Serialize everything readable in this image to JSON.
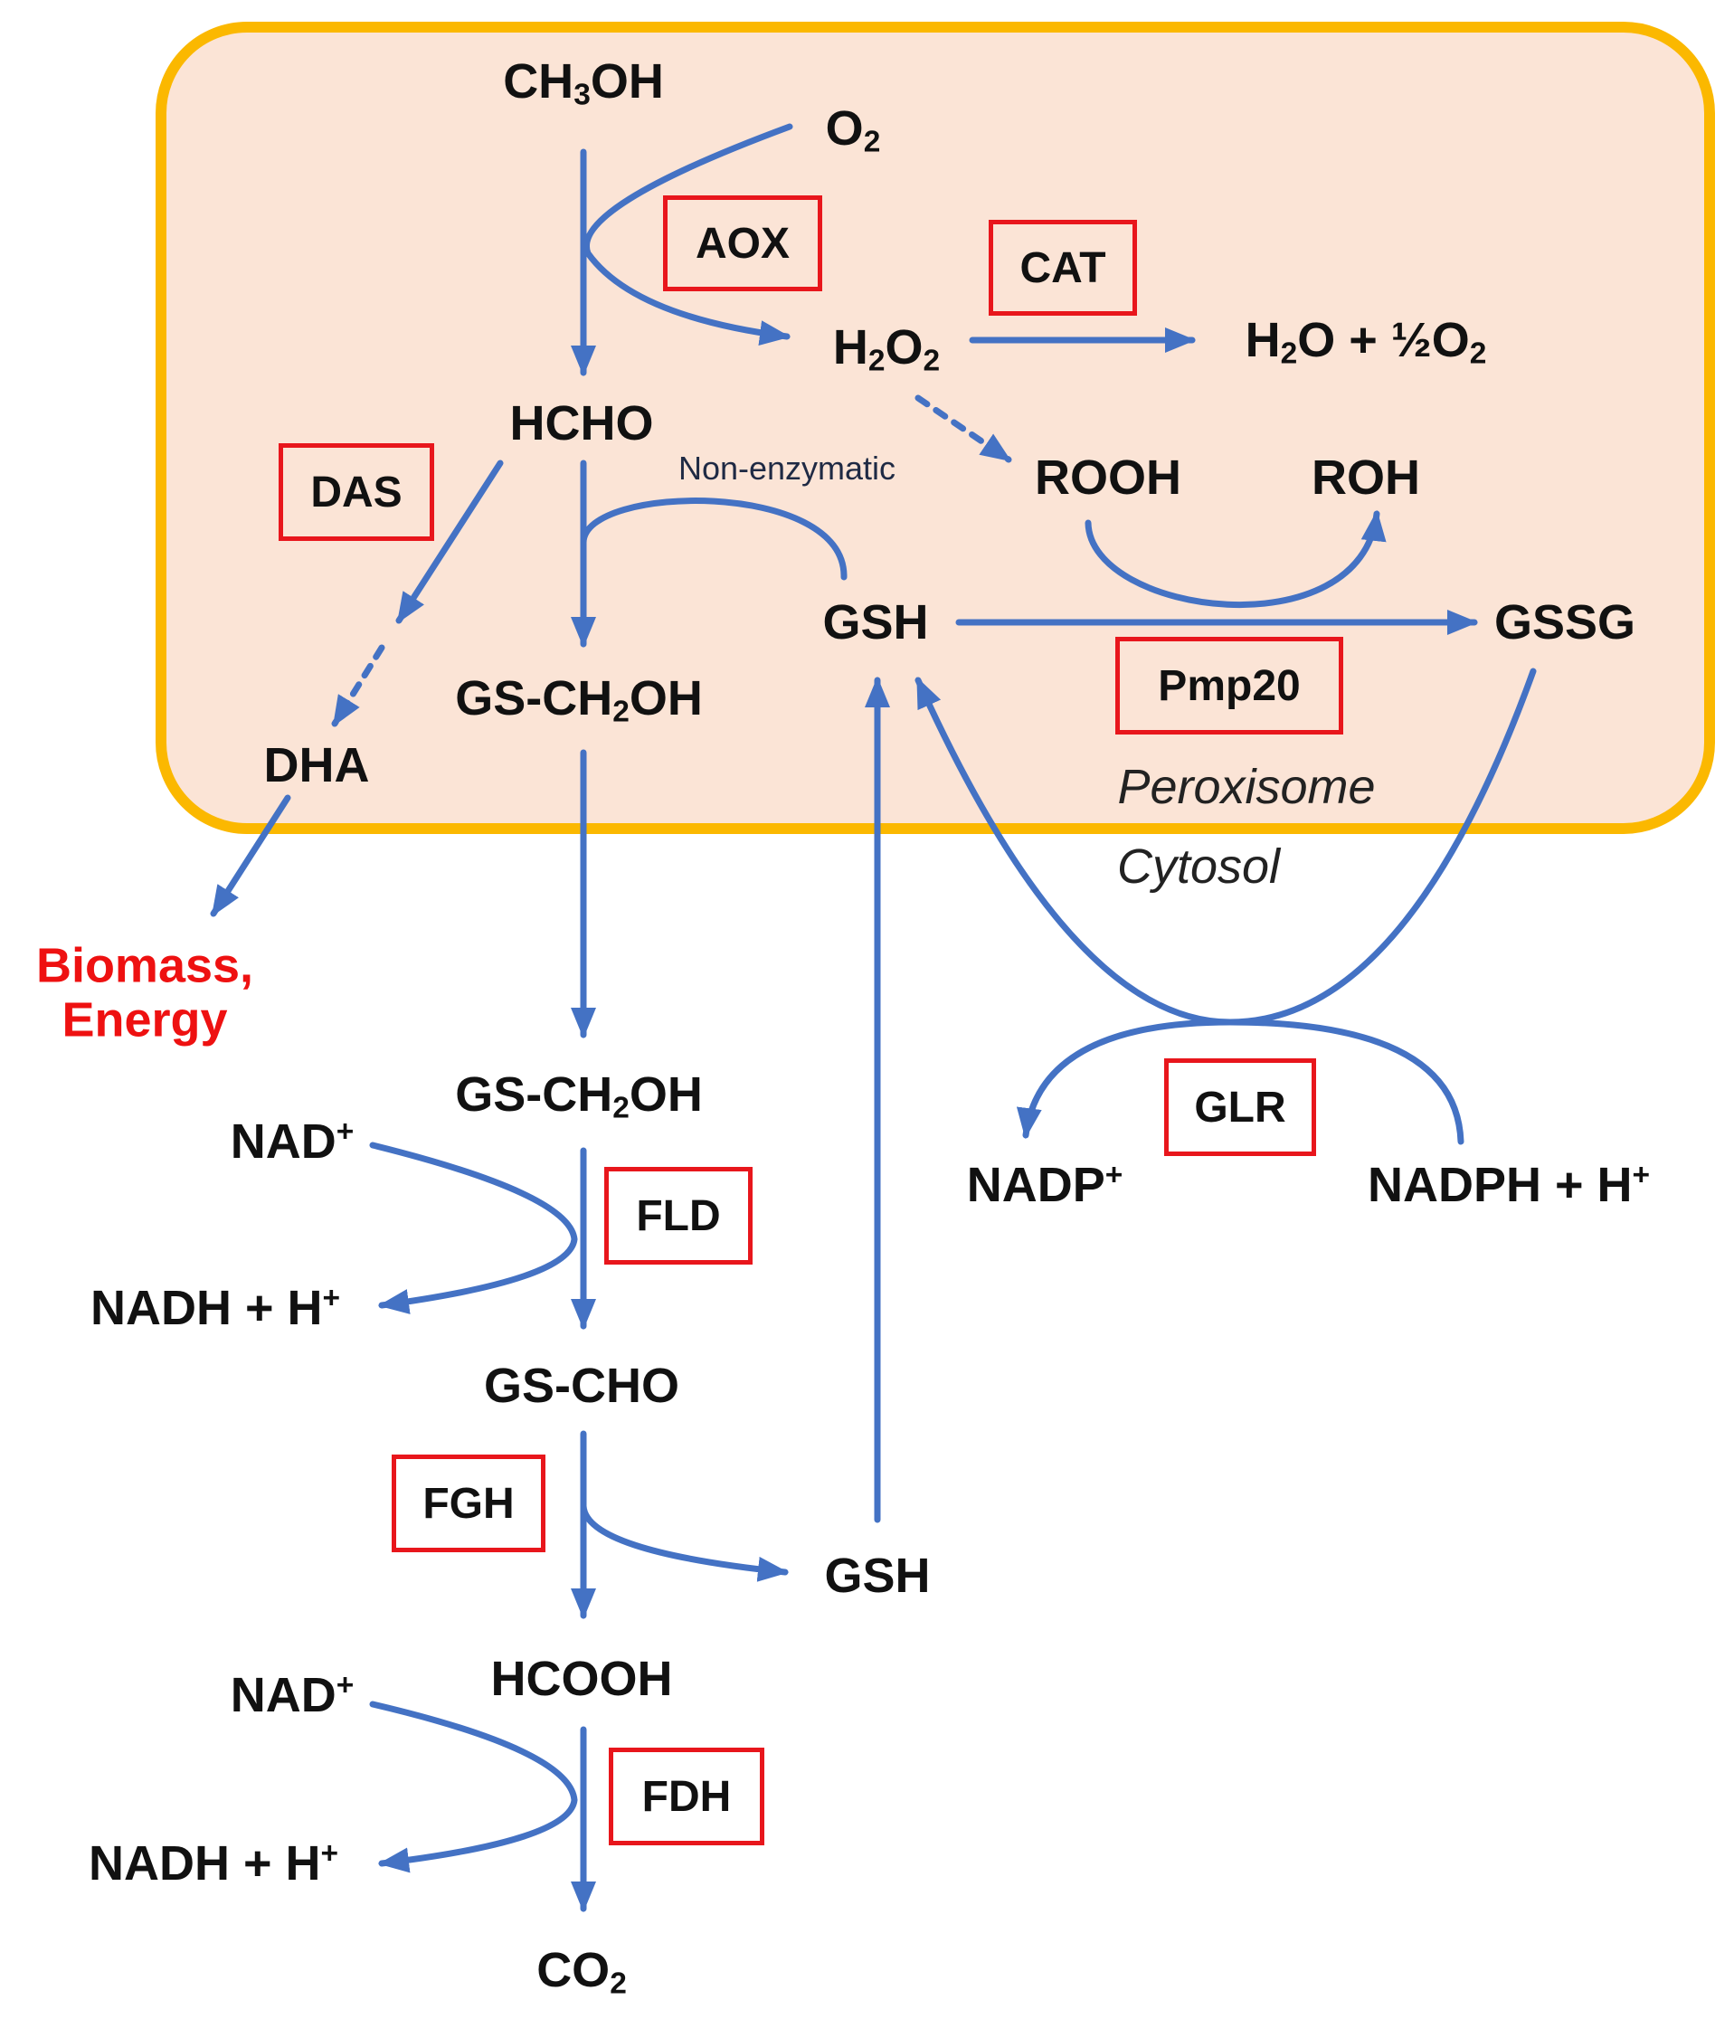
{
  "compartments": {
    "peroxisome": "Peroxisome",
    "cytosol": "Cytosol"
  },
  "colors": {
    "arrow": "#4472c4",
    "enzyme_border": "#e8161c",
    "peroxisome_fill": "#fbe4d6",
    "peroxisome_border": "#fbb800",
    "output_text": "#ee1111"
  },
  "molecules": {
    "methanol": "CH<sub>3</sub>OH",
    "oxygen": "O<sub>2</sub>",
    "hydrogen_peroxide": "H<sub>2</sub>O<sub>2</sub>",
    "water_oxygen": "H<sub>2</sub>O + ½O<sub>2</sub>",
    "formaldehyde": "HCHO",
    "rooh": "ROOH",
    "roh": "ROH",
    "gsh_peroxisome": "GSH",
    "gssg": "GSSG",
    "gs_ch2oh_peroxisome": "GS-CH<sub>2</sub>OH",
    "dha": "DHA",
    "gs_ch2oh_cytosol": "GS-CH<sub>2</sub>OH",
    "nad_1": "NAD<sup>+</sup>",
    "nadh_1": "NADH + H<sup>+</sup>",
    "gs_cho": "GS-CHO",
    "gsh_cytosol": "GSH",
    "formate": "HCOOH",
    "nad_2": "NAD<sup>+</sup>",
    "nadh_2": "NADH + H<sup>+</sup>",
    "co2": "CO<sub>2</sub>",
    "nadp": "NADP<sup>+</sup>",
    "nadph": "NADPH + H<sup>+</sup>"
  },
  "outputs": {
    "biomass_energy": "Biomass,<br>Energy"
  },
  "annotations": {
    "non_enzymatic": "Non-enzymatic"
  },
  "enzymes": {
    "aox": "AOX",
    "cat": "CAT",
    "das": "DAS",
    "pmp20": "Pmp20",
    "glr": "GLR",
    "fld": "FLD",
    "fgh": "FGH",
    "fdh": "FDH"
  }
}
